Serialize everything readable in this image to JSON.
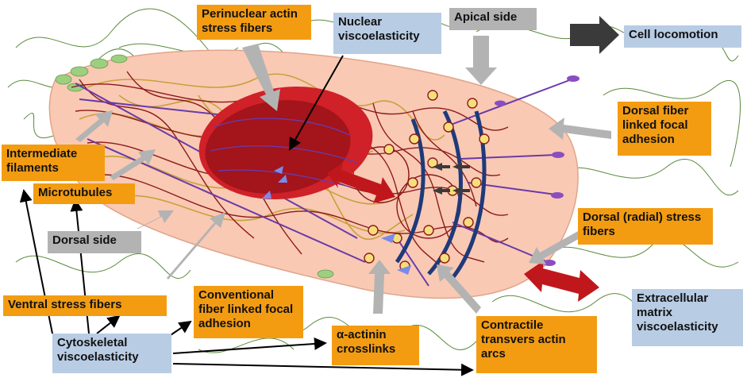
{
  "labels": {
    "perinuclear": "Perinuclear actin\nstress fibers",
    "nuclear_visco": "Nuclear\nviscoelasticity",
    "apical": "Apical side",
    "locomotion": "Cell locomotion",
    "dorsal_fiber_focal": "Dorsal fiber\nlinked focal\nadhesion",
    "intermediate": "Intermediate\nfilaments",
    "microtubules": "Microtubules",
    "dorsal_side": "Dorsal side",
    "dorsal_radial": "Dorsal (radial) stress\nfibers",
    "ventral": "Ventral stress fibers",
    "conventional": "Conventional\nfiber linked focal\nadhesion",
    "ecm_visco": "Extracellular\nmatrix\nviscoelasticity",
    "cyto_visco": "Cytoskeletal\nviscoelasticity",
    "actinin": "α-actinin\ncrosslinks",
    "contractile": "Contractile\ntransvers actin\narcs"
  },
  "colors": {
    "orange_box": "#f39c12",
    "blue_box": "#b8cce4",
    "gray_box": "#b3b3b3",
    "cell_fill": "#f9c9b4",
    "nucleus": "#a3141b",
    "actin": "#8b1a1a",
    "intermediate_filaments": "#c8a13a",
    "microtubules": "#1f3a7a",
    "stress_fibers": "#6a3aa8",
    "ecm_fibers": "#5a8a3a",
    "red_arrow": "#c0171c",
    "gray_arrow": "#b3b3b3",
    "dark_arrow": "#3a3a3a"
  }
}
